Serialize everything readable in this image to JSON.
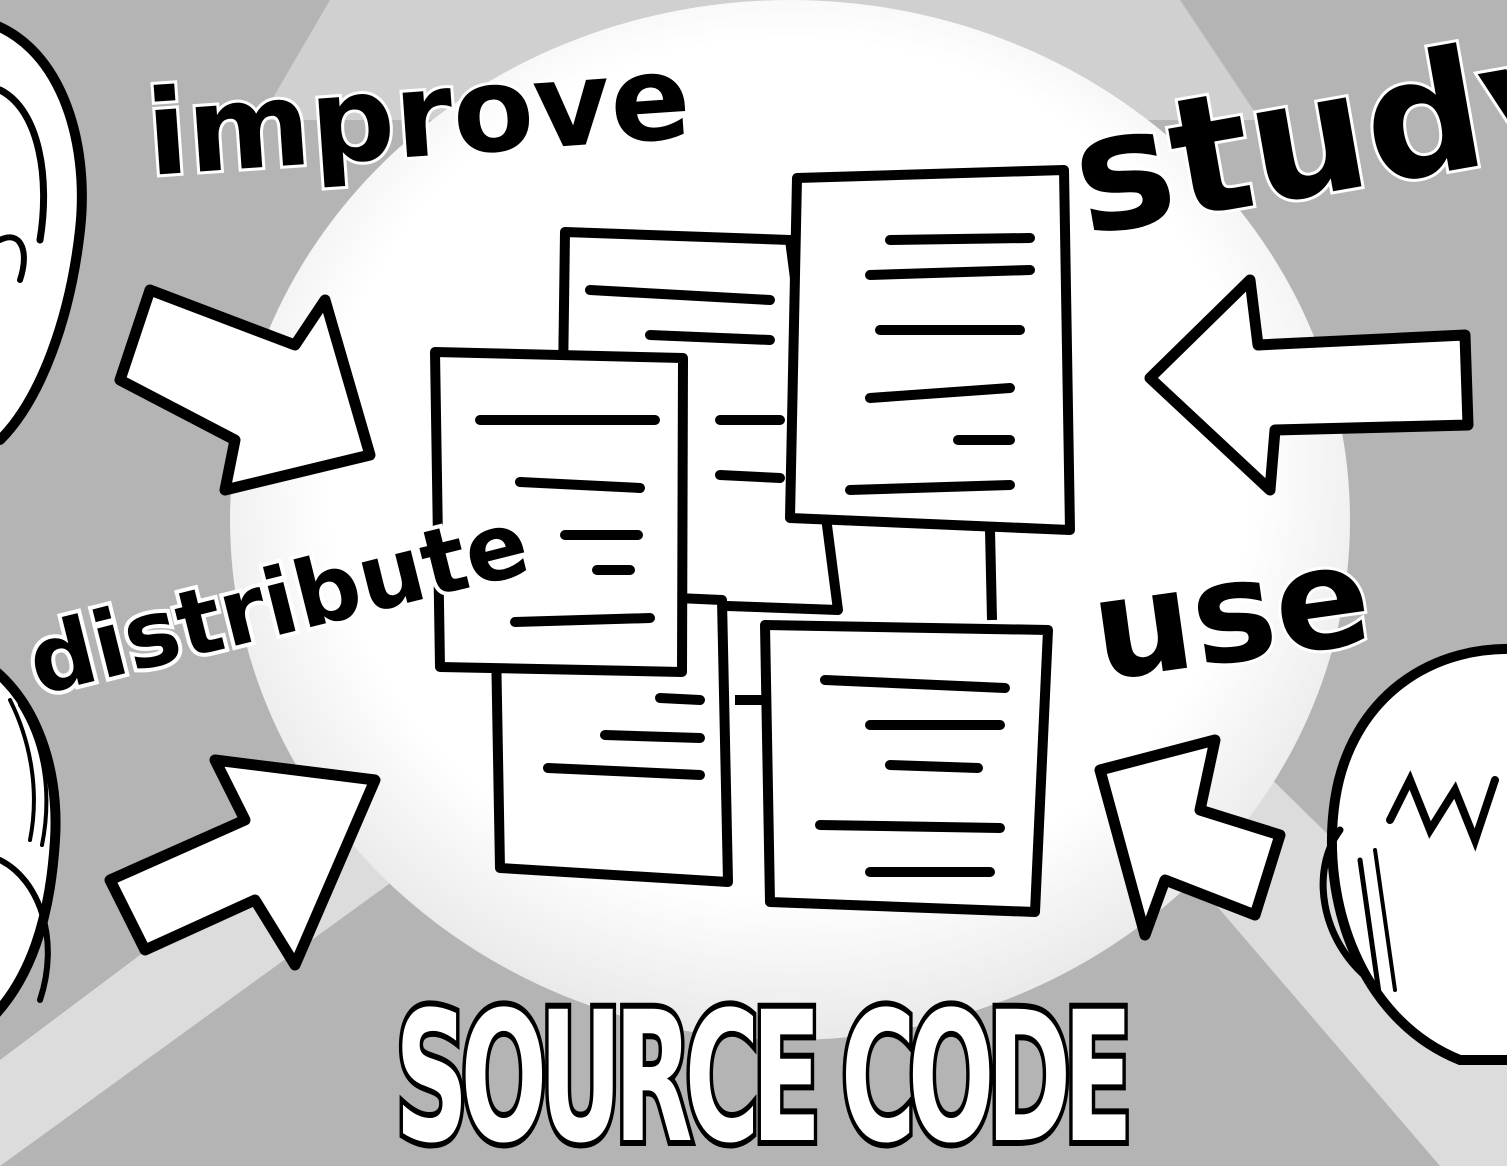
{
  "labels": {
    "improve": "improve",
    "study": "study",
    "distribute": "distribute",
    "use": "use",
    "title": "SOURCE CODE"
  },
  "colors": {
    "background": "#b4b4b4",
    "light_band": "#d9d9d9",
    "glow": "#f3f3f3",
    "ink": "#000000",
    "paper": "#ffffff"
  },
  "icons": [
    "document-icon",
    "arrow-icon",
    "person-icon"
  ]
}
